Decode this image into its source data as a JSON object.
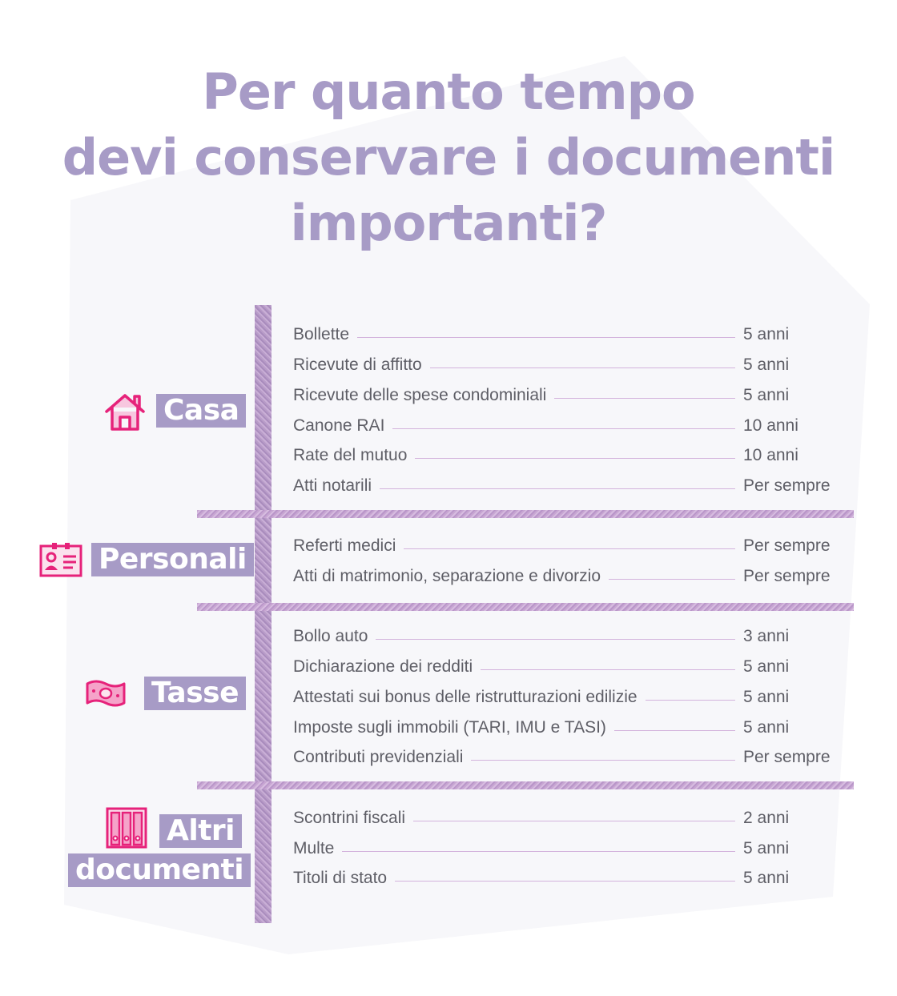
{
  "title": {
    "line1": "Per quanto tempo",
    "line2": "devi conservare i documenti",
    "line3": "importanti?"
  },
  "colors": {
    "title": "#a79bc6",
    "label_bg": "#a79bc6",
    "icon": "#e6227a",
    "text": "#5e5e66",
    "bar": "#b99bc9",
    "background_shape": "#f7f7fa"
  },
  "categories": [
    {
      "name": "Casa",
      "icon": "house-icon",
      "items": [
        {
          "doc": "Bollette",
          "dur": "5 anni"
        },
        {
          "doc": "Ricevute di affitto",
          "dur": "5 anni"
        },
        {
          "doc": "Ricevute delle spese condominiali",
          "dur": "5 anni"
        },
        {
          "doc": "Canone RAI",
          "dur": "10 anni"
        },
        {
          "doc": "Rate del mutuo",
          "dur": "10 anni"
        },
        {
          "doc": "Atti notarili",
          "dur": "Per sempre"
        }
      ]
    },
    {
      "name": "Personali",
      "icon": "id-card-icon",
      "items": [
        {
          "doc": "Referti medici",
          "dur": "Per sempre"
        },
        {
          "doc": "Atti di matrimonio, separazione e divorzio",
          "dur": "Per sempre"
        }
      ]
    },
    {
      "name": "Tasse",
      "icon": "banknote-icon",
      "items": [
        {
          "doc": "Bollo auto",
          "dur": "3 anni"
        },
        {
          "doc": "Dichiarazione dei redditi",
          "dur": "5 anni"
        },
        {
          "doc": "Attestati sui bonus delle ristrutturazioni edilizie",
          "dur": "5 anni"
        },
        {
          "doc": "Imposte sugli immobili (TARI, IMU e TASI)",
          "dur": "5 anni"
        },
        {
          "doc": "Contributi previdenziali",
          "dur": "Per sempre"
        }
      ]
    },
    {
      "name_line1": "Altri",
      "name_line2": "documenti",
      "icon": "binders-icon",
      "items": [
        {
          "doc": "Scontrini fiscali",
          "dur": "2 anni"
        },
        {
          "doc": "Multe",
          "dur": "5 anni"
        },
        {
          "doc": "Titoli di stato",
          "dur": "5 anni"
        }
      ]
    }
  ]
}
